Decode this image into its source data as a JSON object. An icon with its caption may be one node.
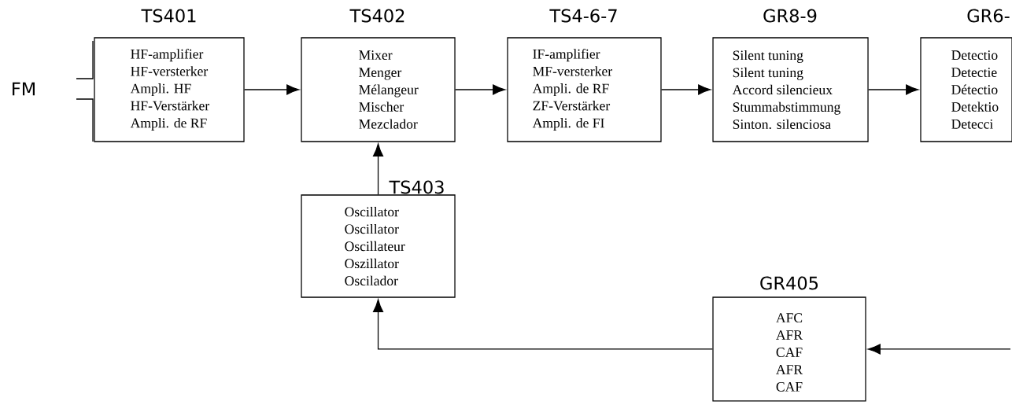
{
  "diagram": {
    "nodes": [
      {
        "text": [
          "TS401",
          "HF-amplifier",
          "HF-versterker",
          "Ampli. HF",
          "HF-Verstärker",
          "Ampli. de RF"
        ]
      },
      {
        "text": [
          "TS402",
          "Mixer",
          "Menger",
          "Mélangeur",
          "Mischer",
          "Mezclador"
        ]
      },
      {
        "text": [
          "TS4-6-7",
          "IF-amplifier",
          "MF-versterker",
          "Ampli. de RF",
          "ZF-Verstärker",
          "Ampli. de FI"
        ]
      },
      {
        "text": [
          "GR8-9",
          "Silent tuning",
          "Silent tuning",
          "Accord silencieux",
          "Stummabstimmung",
          "Sinton. silenciosa"
        ]
      },
      {
        "text": [
          "GR6-",
          "Detectio",
          "Detectie",
          "Détectio",
          "Detektio",
          "Detecci"
        ]
      },
      {
        "text": [
          "TS403",
          "Oscillator",
          "Oscillator",
          "Oscillateur",
          "Oszillator",
          "Oscilador"
        ]
      },
      {
        "text": [
          "GR405",
          "AFC",
          "AFR",
          "CAF",
          "AFR",
          "CAF"
        ]
      }
    ],
    "edges": [
      {
        "from": 0,
        "to": 1,
        "arrow": "to"
      },
      {
        "from": 1,
        "to": 2,
        "arrow": "to"
      },
      {
        "from": 2,
        "to": 3,
        "arrow": "to"
      },
      {
        "from": 3,
        "to": 4,
        "arrow": "to"
      },
      {
        "from": 5,
        "to": 1,
        "arrow": "to"
      },
      {
        "from": 6,
        "to": 5,
        "arrow": "to"
      },
      {
        "from": null,
        "to": 6,
        "arrow": "to"
      }
    ],
    "labels": [
      "FM"
    ]
  }
}
